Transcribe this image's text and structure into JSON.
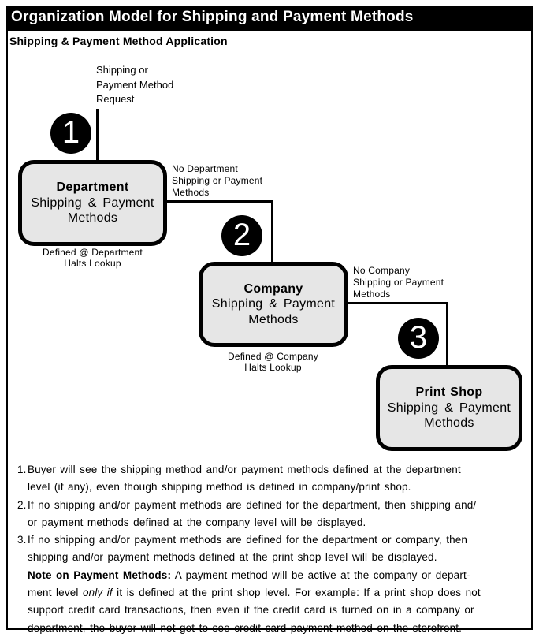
{
  "colors": {
    "title_bar_bg": "#000000",
    "title_text": "#ffffff",
    "node_fill": "#e6e6e6",
    "node_border": "#000000",
    "connector": "#000000"
  },
  "title_bar": {
    "title": "Organization Model for Shipping and Payment Methods"
  },
  "subtitle": "Shipping & Payment Method Application",
  "diagram": {
    "request_label": {
      "line1": "Shipping or",
      "line2": "Payment Method",
      "line3": "Request"
    },
    "steps": [
      {
        "number": "1"
      },
      {
        "number": "2"
      },
      {
        "number": "3"
      }
    ],
    "nodes": [
      {
        "title": "Department",
        "line2": "Shipping & Payment",
        "line3": "Methods"
      },
      {
        "title": "Company",
        "line2": "Shipping & Payment",
        "line3": "Methods"
      },
      {
        "title": "Print Shop",
        "line2": "Shipping & Payment",
        "line3": "Methods"
      }
    ],
    "footnotes": [
      {
        "line1": "Defined @ Department",
        "line2": "Halts Lookup"
      },
      {
        "line1": "Defined @ Company",
        "line2": "Halts Lookup"
      }
    ],
    "edge_labels": [
      {
        "line1": "No Department",
        "line2": "Shipping or Payment",
        "line3": "Methods"
      },
      {
        "line1": "No Company",
        "line2": "Shipping or Payment",
        "line3": "Methods"
      }
    ]
  },
  "notes": {
    "items": [
      {
        "marker": "1.",
        "lines": [
          "Buyer will see the shipping method and/or payment methods defined at the department",
          "level (if any), even though shipping method is defined in company/print shop."
        ]
      },
      {
        "marker": "2.",
        "lines": [
          "If no shipping and/or payment methods are defined for the department, then shipping and/",
          "or payment methods defined at the company level will be displayed."
        ]
      },
      {
        "marker": "3.",
        "lines": [
          "If no shipping and/or payment methods are defined for the department or company, then",
          "shipping and/or payment methods defined at the print shop level will be displayed."
        ]
      }
    ],
    "note": {
      "bold_lead": "Note on Payment Methods:",
      "after_lead": " A payment method will be active at the company or depart-",
      "line2_pre": "ment level ",
      "line2_italic": "only if",
      "line2_post": " it is defined at the print shop level. For example: If a print shop does not",
      "line3": "support credit card transactions, then even if the credit card is turned on in a company or",
      "line4": "department, the buyer will not get to see credit card payment method on the storefront."
    }
  }
}
